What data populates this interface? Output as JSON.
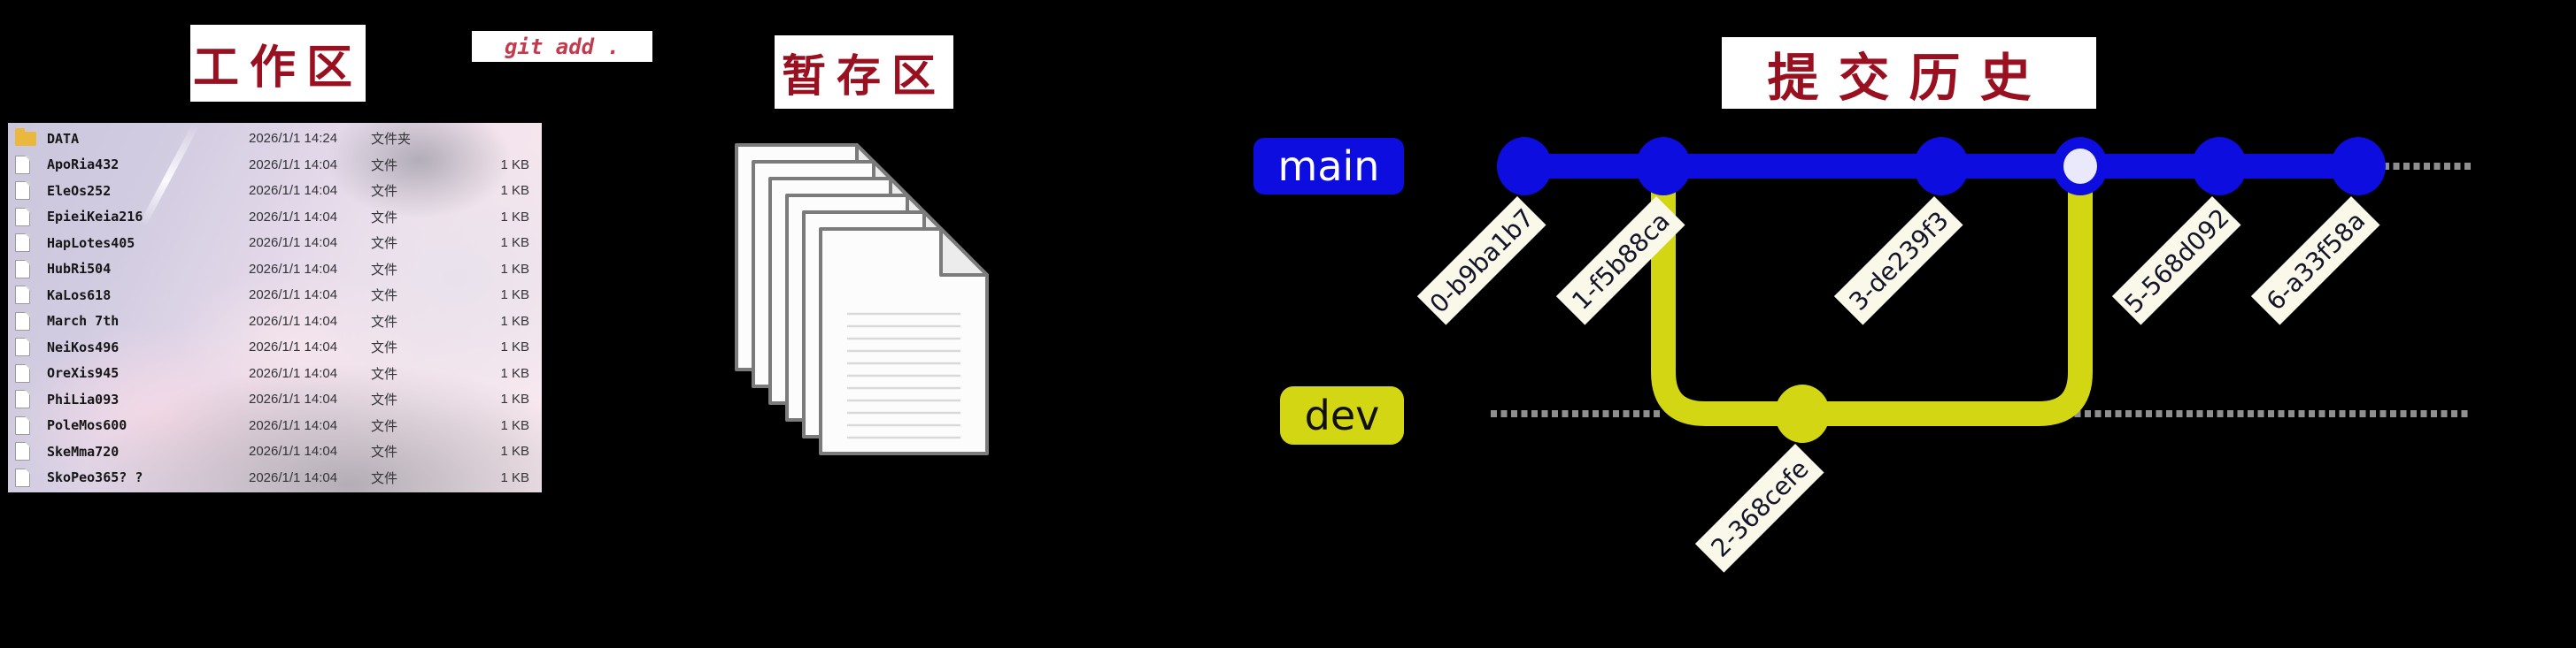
{
  "titles": {
    "working_area": "工作区",
    "staging_area": "暂存区",
    "commit_history": "提交历史",
    "git_add_command": "git add ."
  },
  "file_browser": {
    "rows": [
      {
        "name": "DATA",
        "date": "2026/1/1 14:24",
        "type": "文件夹",
        "size": "",
        "icon": "folder-icon"
      },
      {
        "name": "ApoRia432",
        "date": "2026/1/1 14:04",
        "type": "文件",
        "size": "1 KB",
        "icon": "file-icon"
      },
      {
        "name": "EleOs252",
        "date": "2026/1/1 14:04",
        "type": "文件",
        "size": "1 KB",
        "icon": "file-icon"
      },
      {
        "name": "EpieiKeia216",
        "date": "2026/1/1 14:04",
        "type": "文件",
        "size": "1 KB",
        "icon": "file-icon"
      },
      {
        "name": "HapLotes405",
        "date": "2026/1/1 14:04",
        "type": "文件",
        "size": "1 KB",
        "icon": "file-icon"
      },
      {
        "name": "HubRi504",
        "date": "2026/1/1 14:04",
        "type": "文件",
        "size": "1 KB",
        "icon": "file-icon"
      },
      {
        "name": "KaLos618",
        "date": "2026/1/1 14:04",
        "type": "文件",
        "size": "1 KB",
        "icon": "file-icon"
      },
      {
        "name": "March 7th",
        "date": "2026/1/1 14:04",
        "type": "文件",
        "size": "1 KB",
        "icon": "file-icon"
      },
      {
        "name": "NeiKos496",
        "date": "2026/1/1 14:04",
        "type": "文件",
        "size": "1 KB",
        "icon": "file-icon"
      },
      {
        "name": "OreXis945",
        "date": "2026/1/1 14:04",
        "type": "文件",
        "size": "1 KB",
        "icon": "file-icon"
      },
      {
        "name": "PhiLia093",
        "date": "2026/1/1 14:04",
        "type": "文件",
        "size": "1 KB",
        "icon": "file-icon"
      },
      {
        "name": "PoleMos600",
        "date": "2026/1/1 14:04",
        "type": "文件",
        "size": "1 KB",
        "icon": "file-icon"
      },
      {
        "name": "SkeMma720",
        "date": "2026/1/1 14:04",
        "type": "文件",
        "size": "1 KB",
        "icon": "file-icon"
      },
      {
        "name": "SkoPeo365? ?",
        "date": "2026/1/1 14:04",
        "type": "文件",
        "size": "1 KB",
        "icon": "file-icon"
      }
    ]
  },
  "staging_stack": {
    "sheet_count": 6
  },
  "graph": {
    "branches": [
      {
        "label": "main",
        "color": "#0d0de0"
      },
      {
        "label": "dev",
        "color": "#d3d612"
      }
    ],
    "commits": [
      {
        "id": "0-b9ba1b7",
        "branch": "main"
      },
      {
        "id": "1-f5b88ca",
        "branch": "main"
      },
      {
        "id": "2-368cefe",
        "branch": "dev"
      },
      {
        "id": "3-de239f3",
        "branch": "main"
      },
      {
        "id": "",
        "branch": "main",
        "type": "merge-commit-unlabeled"
      },
      {
        "id": "5-568d092",
        "branch": "main"
      },
      {
        "id": "6-a33f58a",
        "branch": "main"
      }
    ]
  },
  "colors": {
    "background": "#000000",
    "title_red": "#991120",
    "command_red": "#c23b4e",
    "main_blue": "#0d0de0",
    "dev_yellow": "#d3d612",
    "merge_node_center": "#e9e9fb",
    "tag_background": "#faf8e8",
    "dash_gray": "#8f8f8f"
  }
}
